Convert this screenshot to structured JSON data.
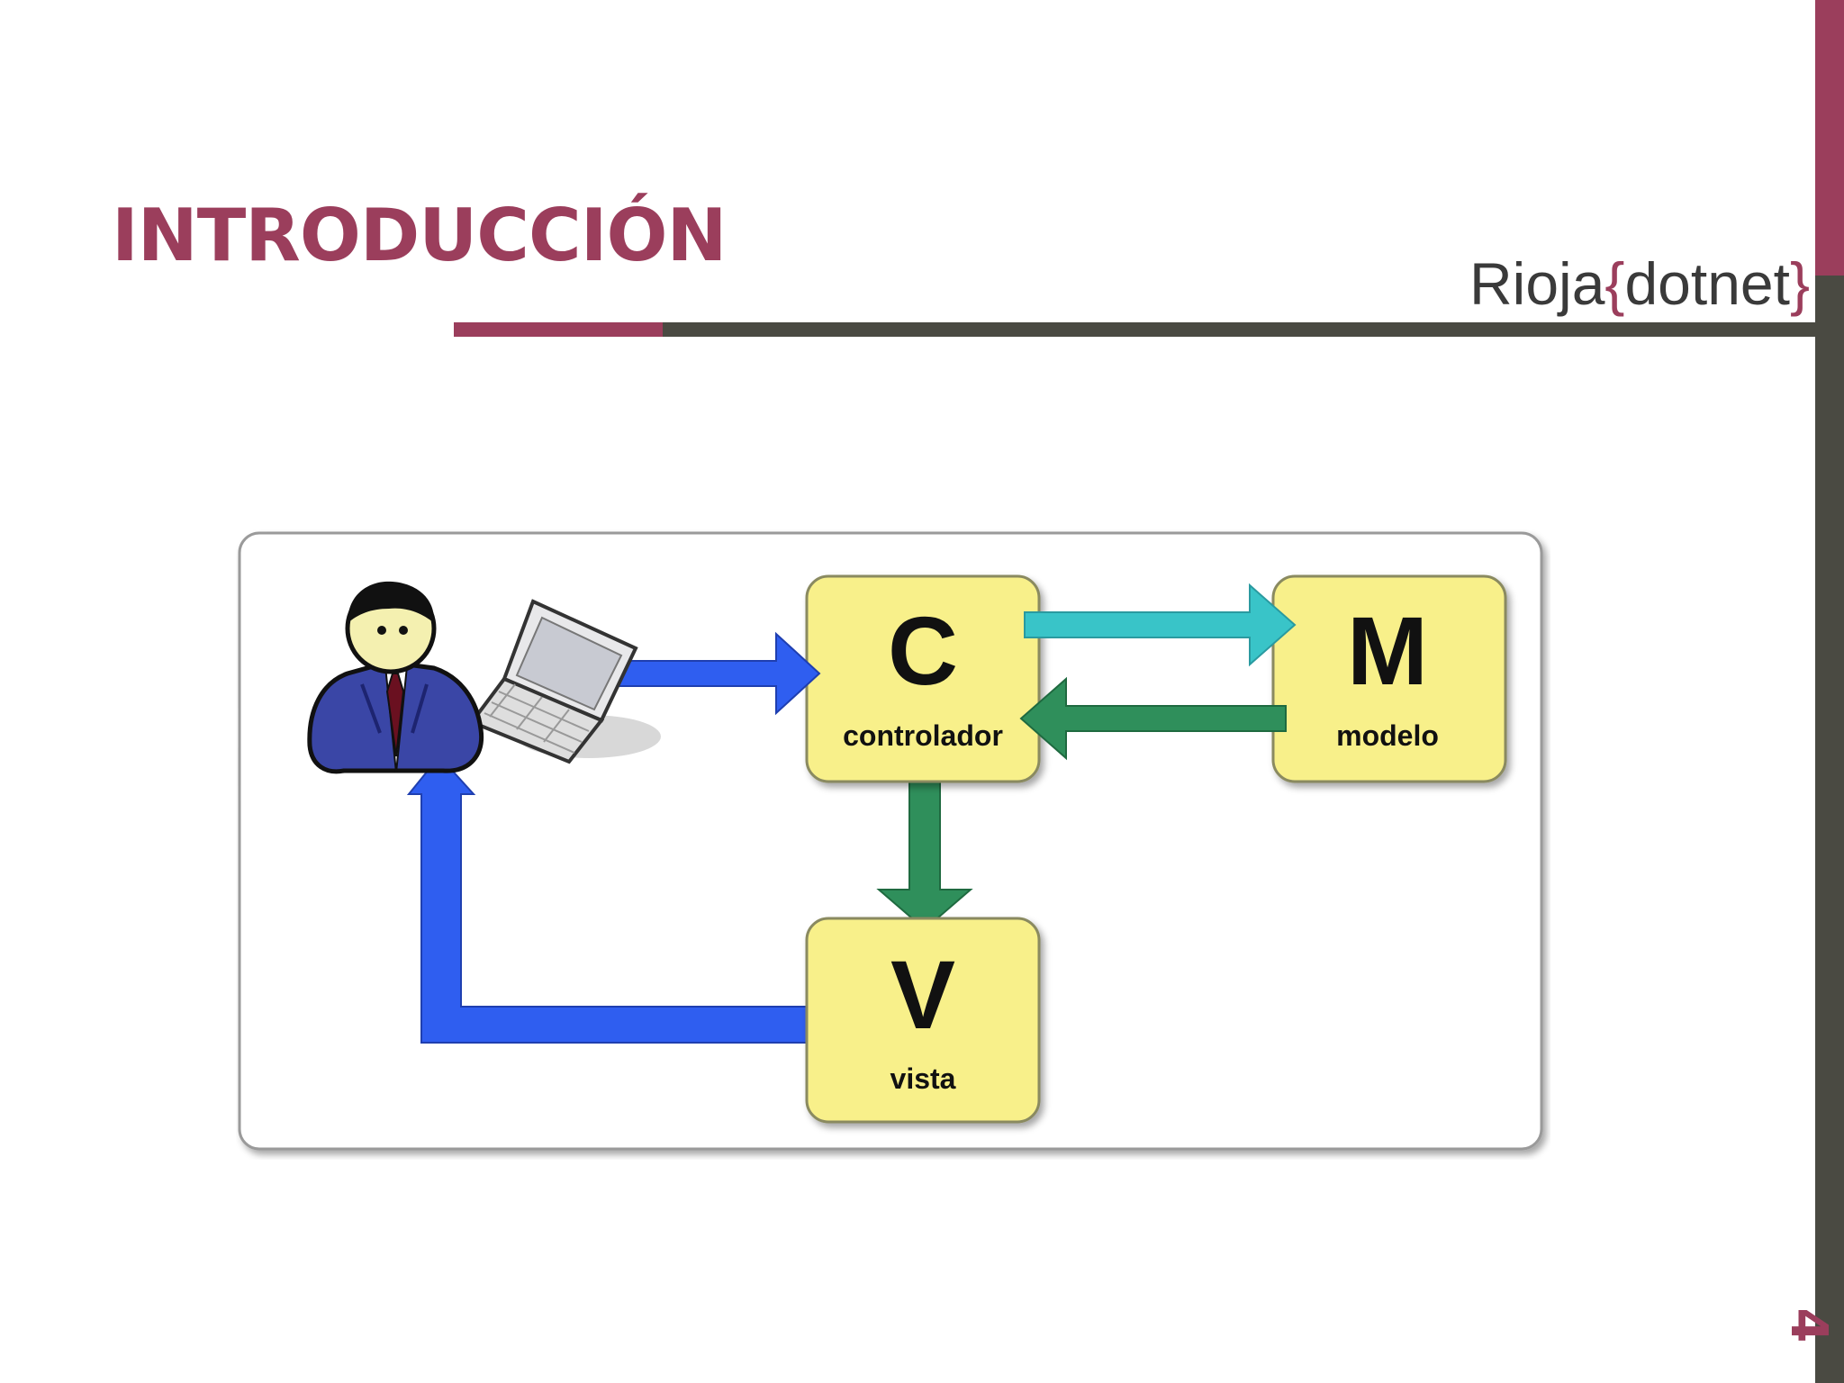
{
  "slide": {
    "title": "INTRODUCCIÓN",
    "brand": {
      "name": "Rioja",
      "open_brace": "{",
      "suffix": "dotnet",
      "close_brace": "}"
    },
    "page_number": "4"
  },
  "colors": {
    "accent": "#9b3e5c",
    "dark_rule": "#4a4a42",
    "box_fill": "#f8f08a",
    "blue_arrow": "#2f5ef0",
    "teal_arrow": "#39c4c8",
    "green_arrow": "#2f8f5b"
  },
  "diagram": {
    "controller": {
      "letter": "C",
      "label": "controlador"
    },
    "model": {
      "letter": "M",
      "label": "modelo"
    },
    "view": {
      "letter": "V",
      "label": "vista"
    },
    "user_icons": [
      "person-icon",
      "laptop-icon"
    ]
  }
}
